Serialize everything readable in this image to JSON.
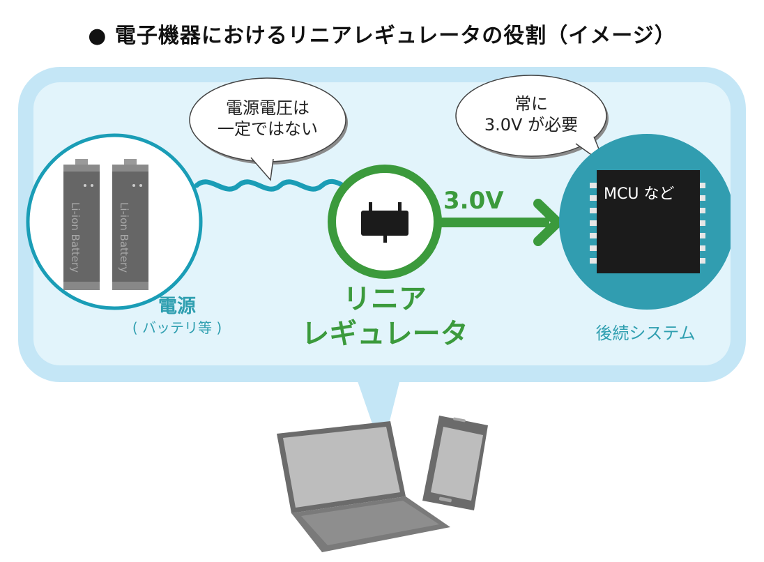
{
  "title": "● 電子機器におけるリニアレギュレータの役割（イメージ）",
  "bubble_power": {
    "line1": "電源電圧は",
    "line2": "一定ではない"
  },
  "bubble_mcu": {
    "line1": "常に",
    "line2": "3.0V が必要"
  },
  "battery_text": "Li-ion Battery",
  "power_label": {
    "main": "電源",
    "sub": "( バッテリ等 )"
  },
  "regulator_label": {
    "line1": "リニア",
    "line2": "レギュレータ"
  },
  "output_voltage": "3.0V",
  "mcu_chip_label": "MCU など",
  "subsequent_label": "後続システム",
  "colors": {
    "panel_outer": "#c4e6f6",
    "panel_inner": "#e2f4fb",
    "teal": "#2f9fb0",
    "green": "#3b9a3c",
    "chip": "#1b1b1b"
  }
}
